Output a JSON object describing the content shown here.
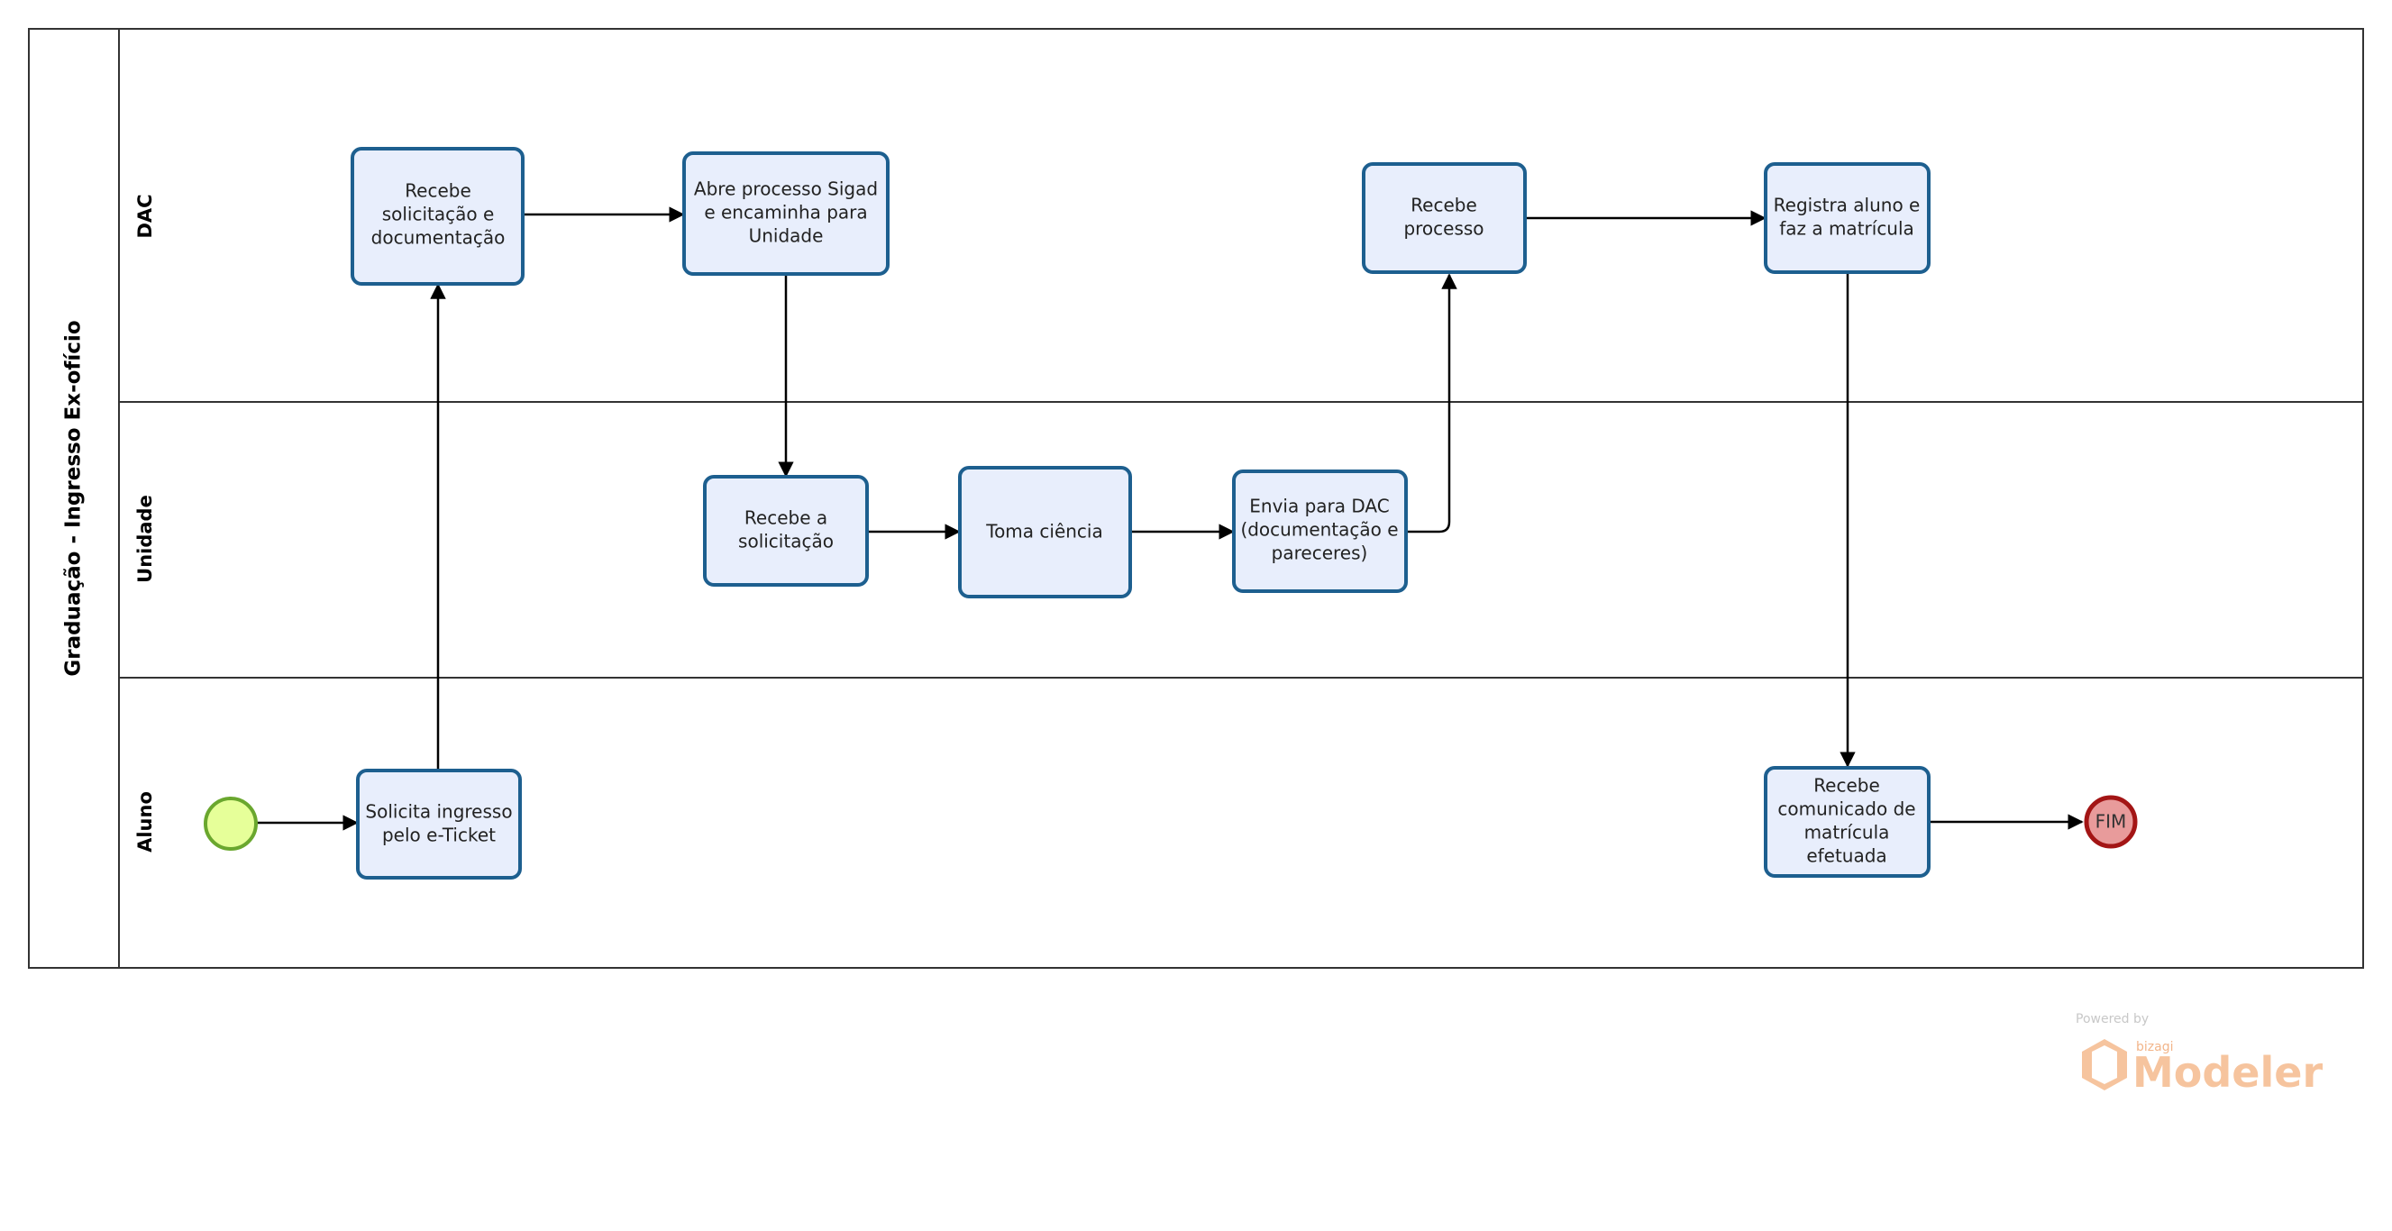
{
  "pool": {
    "title": "Graduação - Ingresso  Ex-ofício"
  },
  "lanes": [
    {
      "id": "dac",
      "label": "DAC"
    },
    {
      "id": "unidade",
      "label": "Unidade"
    },
    {
      "id": "aluno",
      "label": "Aluno"
    }
  ],
  "tasks": [
    {
      "id": "t_recebe_solicitacao_doc",
      "lane": "DAC",
      "lines": [
        "Recebe",
        "solicitação e",
        "documentação"
      ]
    },
    {
      "id": "t_abre_processo",
      "lane": "DAC",
      "lines": [
        "Abre processo Sigad",
        "e encaminha para",
        "Unidade"
      ]
    },
    {
      "id": "t_recebe_processo",
      "lane": "DAC",
      "lines": [
        "Recebe",
        "processo"
      ]
    },
    {
      "id": "t_registra_aluno",
      "lane": "DAC",
      "lines": [
        "Registra aluno e",
        "faz a matrícula"
      ]
    },
    {
      "id": "t_recebe_solicitacao",
      "lane": "Unidade",
      "lines": [
        "Recebe a",
        "solicitação"
      ]
    },
    {
      "id": "t_toma_ciencia",
      "lane": "Unidade",
      "lines": [
        "Toma ciência"
      ]
    },
    {
      "id": "t_envia_dac",
      "lane": "Unidade",
      "lines": [
        "Envia para DAC",
        "(documentação e",
        "pareceres)"
      ]
    },
    {
      "id": "t_solicita_ingresso",
      "lane": "Aluno",
      "lines": [
        "Solicita ingresso",
        "pelo e-Ticket"
      ]
    },
    {
      "id": "t_recebe_comunicado",
      "lane": "Aluno",
      "lines": [
        "Recebe",
        "comunicado de",
        "matrícula",
        "efetuada"
      ]
    }
  ],
  "start_event": {
    "lane": "Aluno"
  },
  "end_event": {
    "lane": "Aluno",
    "label": "FIM"
  },
  "flows": [
    [
      "start",
      "t_solicita_ingresso"
    ],
    [
      "t_solicita_ingresso",
      "t_recebe_solicitacao_doc"
    ],
    [
      "t_recebe_solicitacao_doc",
      "t_abre_processo"
    ],
    [
      "t_abre_processo",
      "t_recebe_solicitacao"
    ],
    [
      "t_recebe_solicitacao",
      "t_toma_ciencia"
    ],
    [
      "t_toma_ciencia",
      "t_envia_dac"
    ],
    [
      "t_envia_dac",
      "t_recebe_processo"
    ],
    [
      "t_recebe_processo",
      "t_registra_aluno"
    ],
    [
      "t_registra_aluno",
      "t_recebe_comunicado"
    ],
    [
      "t_recebe_comunicado",
      "end"
    ]
  ],
  "watermark": {
    "powered_by": "Powered by",
    "brand": "bizagi",
    "product": "Modeler"
  },
  "colors": {
    "task_fill": "#e8eefc",
    "task_stroke": "#1d5f8f",
    "start_fill": "#e6ff99",
    "start_stroke": "#6aa72e",
    "end_fill": "#e89b9b",
    "end_stroke": "#a31515",
    "watermark": "#f6c49e"
  }
}
